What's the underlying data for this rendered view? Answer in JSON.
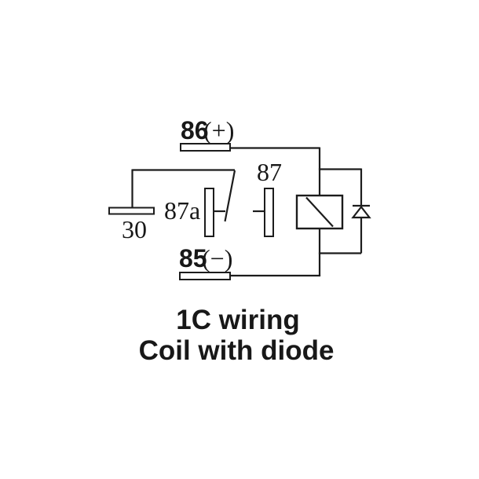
{
  "page": {
    "background_color": "#ffffff",
    "line_color": "#1c1c1c",
    "text_color": "#181818"
  },
  "diagram": {
    "labels": {
      "t86": "86",
      "t86_polarity": "(+)",
      "t85": "85",
      "t85_polarity": "(−)",
      "t87": "87",
      "t87a": "87a",
      "t30": "30"
    },
    "symbols": {
      "coil": "relay-coil-symbol",
      "diode": "flyback-diode-symbol",
      "armature": "switch-armature"
    }
  },
  "caption": {
    "line1": "1C wiring",
    "line2": "Coil with diode"
  }
}
